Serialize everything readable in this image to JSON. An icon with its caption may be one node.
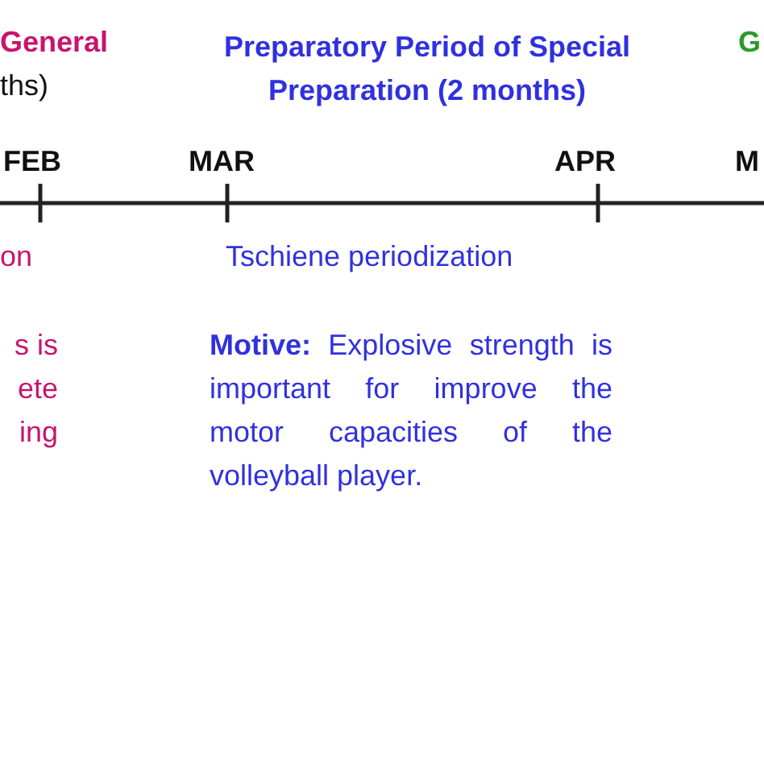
{
  "diagram": {
    "labels": [
      "General",
      "ths)",
      "Preparatory Period of Special Preparation (2 months)",
      "G",
      "FEB",
      "MAR",
      "APR",
      "M",
      "on",
      "Tschiene periodization",
      "s is ete ing",
      "**Motive:** Explosive strength is important for improve the motor capacities of the volleyball player."
    ]
  }
}
